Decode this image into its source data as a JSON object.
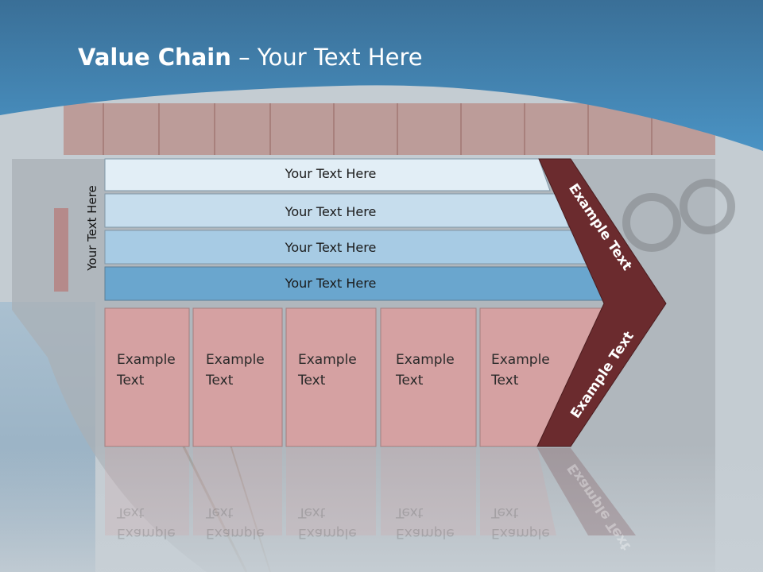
{
  "slide": {
    "title_bold": "Value Chain",
    "title_rest": " – Your Text Here",
    "vertical_label": "Your Text Here"
  },
  "bars": [
    {
      "label": "Your Text Here"
    },
    {
      "label": "Your Text Here"
    },
    {
      "label": "Your Text Here"
    },
    {
      "label": "Your Text Here"
    }
  ],
  "boxes": [
    {
      "line1": "Example",
      "line2": "Text"
    },
    {
      "line1": "Example",
      "line2": "Text"
    },
    {
      "line1": "Example",
      "line2": "Text"
    },
    {
      "line1": "Example",
      "line2": "Text"
    },
    {
      "line1": "Example",
      "line2": "Text"
    }
  ],
  "arrow": {
    "upper_label": "Example Text",
    "lower_label": "Example Text"
  },
  "colors": {
    "header_blue": "#3f7fae",
    "bar1": "#e2eef6",
    "bar2": "#c6dded",
    "bar3": "#a7cbe4",
    "bar4": "#6aa6ce",
    "box_fill": "#d5a1a2",
    "arrow_fill": "#6b2b2e"
  }
}
